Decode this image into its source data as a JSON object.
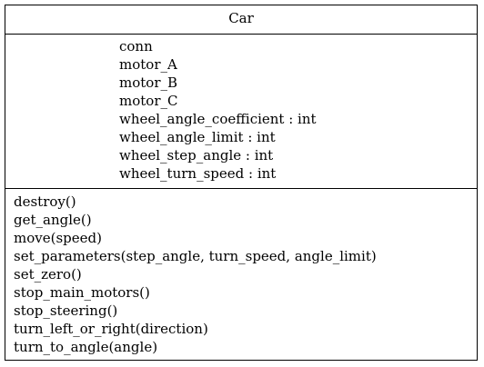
{
  "class": {
    "name": "Car",
    "attributes": [
      "conn",
      "motor_A",
      "motor_B",
      "motor_C",
      "wheel_angle_coefficient : int",
      "wheel_angle_limit : int",
      "wheel_step_angle : int",
      "wheel_turn_speed : int"
    ],
    "methods": [
      "destroy()",
      "get_angle()",
      "move(speed)",
      "set_parameters(step_angle, turn_speed, angle_limit)",
      "set_zero()",
      "stop_main_motors()",
      "stop_steering()",
      "turn_left_or_right(direction)",
      "turn_to_angle(angle)"
    ]
  }
}
